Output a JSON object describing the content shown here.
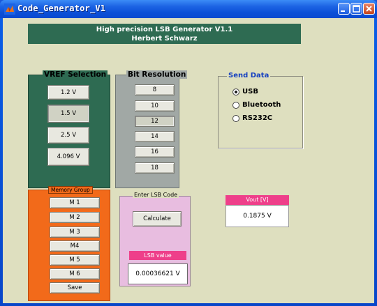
{
  "window": {
    "title": "Code_Generator_V1",
    "accent": "#0b4fd7",
    "background": "#dedfbf"
  },
  "header": {
    "line1": "High precision LSB Generator V1.1",
    "line2": "Herbert Schwarz",
    "color": "#2e6b52"
  },
  "vref": {
    "title": "VREF Selection",
    "options": [
      "1.2 V",
      "1.5 V",
      "2.5 V",
      "4.096 V"
    ],
    "selected": "1.5 V",
    "color": "#2e6b52"
  },
  "bits": {
    "title": "Bit Resolution",
    "options": [
      "8",
      "10",
      "12",
      "14",
      "16",
      "18"
    ],
    "color": "#a1a8a5"
  },
  "send": {
    "title": "Send Data",
    "options": [
      "USB",
      "Bluetooth",
      "RS232C"
    ],
    "selected": "USB"
  },
  "memory": {
    "title": "Memory Group",
    "buttons": [
      "M 1",
      "M 2",
      "M 3",
      "M4",
      "M 5",
      "M 6"
    ],
    "save_label": "Save",
    "color": "#f26a1a"
  },
  "lsb": {
    "title": "Enter LSB Code",
    "calculate_label": "Calculate",
    "value_label": "LSB value",
    "value": "0.00036621 V",
    "color": "#e8bde0"
  },
  "vout": {
    "label": "Vout [V]",
    "value": "0.1875 V",
    "label_color": "#ee3f8a"
  }
}
